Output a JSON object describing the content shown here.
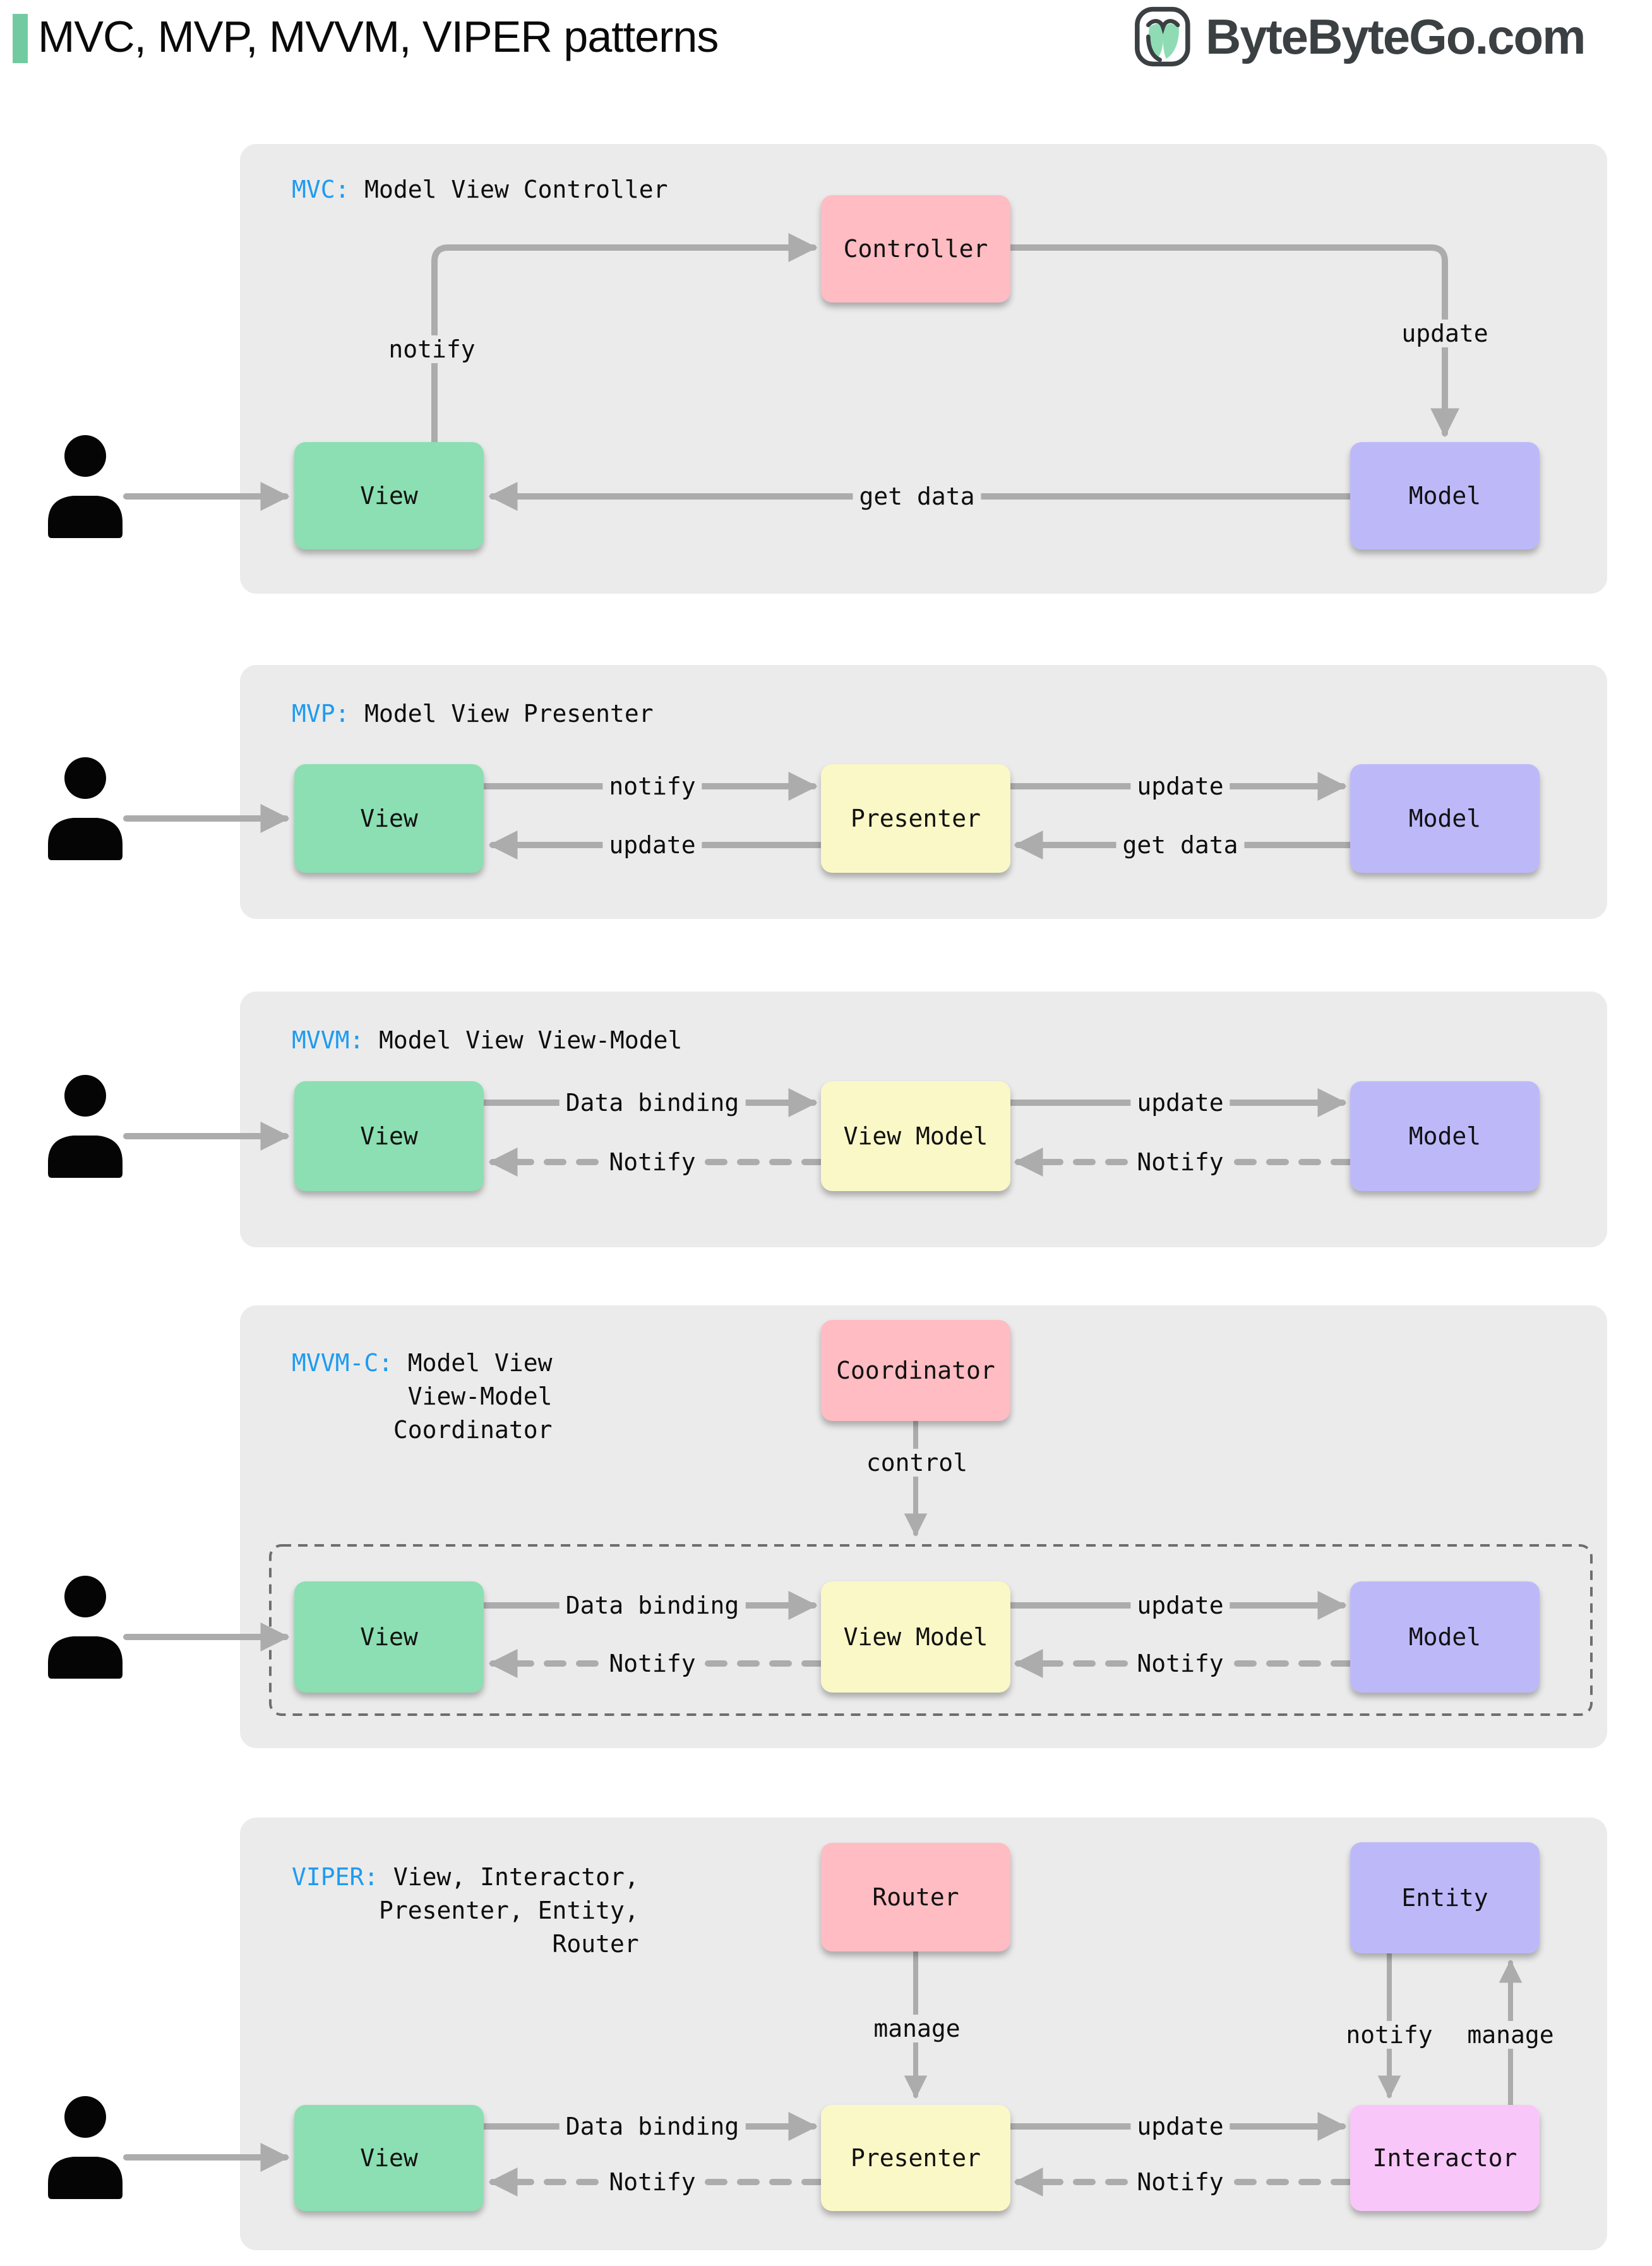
{
  "header": {
    "title": "MVC, MVP, MVVM, VIPER patterns",
    "logo_text": "ByteByteGo.com"
  },
  "colors": {
    "accent_green": "#72CBA0",
    "panel_bg": "#EBEBEB",
    "keyword_blue": "#1E9BF0",
    "arrow_gray": "#ACACAC",
    "dashed_scope_gray": "#6E6E6E",
    "box_green": "#8BDFB2",
    "box_pink": "#FFBCC2",
    "box_purple": "#BDB9F9",
    "box_yellow": "#FAF8C6",
    "box_magenta": "#F9C6F9",
    "logo_dark": "#3B4043"
  },
  "panels": {
    "mvc": {
      "keyword": "MVC:",
      "title": "Model View Controller",
      "boxes": {
        "controller": "Controller",
        "view": "View",
        "model": "Model"
      },
      "arrows": {
        "notify": "notify",
        "update": "update",
        "get_data": "get data"
      }
    },
    "mvp": {
      "keyword": "MVP:",
      "title": "Model View Presenter",
      "boxes": {
        "view": "View",
        "presenter": "Presenter",
        "model": "Model"
      },
      "arrows": {
        "notify": "notify",
        "update_view": "update",
        "update_model": "update",
        "get_data": "get data"
      }
    },
    "mvvm": {
      "keyword": "MVVM:",
      "title": "Model View View-Model",
      "boxes": {
        "view": "View",
        "view_model": "View Model",
        "model": "Model"
      },
      "arrows": {
        "data_binding": "Data binding",
        "notify_view": "Notify",
        "update": "update",
        "notify_view_model": "Notify"
      }
    },
    "mvvmc": {
      "keyword": "MVVM-C:",
      "title_lines": [
        "Model View",
        "View-Model",
        "Coordinator"
      ],
      "boxes": {
        "coordinator": "Coordinator",
        "view": "View",
        "view_model": "View Model",
        "model": "Model"
      },
      "arrows": {
        "control": "control",
        "data_binding": "Data binding",
        "notify_view": "Notify",
        "update": "update",
        "notify_view_model": "Notify"
      }
    },
    "viper": {
      "keyword": "VIPER:",
      "title_lines": [
        "View, Interactor,",
        "Presenter, Entity,",
        "Router"
      ],
      "boxes": {
        "router": "Router",
        "entity": "Entity",
        "view": "View",
        "presenter": "Presenter",
        "interactor": "Interactor"
      },
      "arrows": {
        "manage_router": "manage",
        "notify_entity": "notify",
        "manage_entity": "manage",
        "data_binding": "Data binding",
        "notify_view": "Notify",
        "update": "update",
        "notify_presenter": "Notify"
      }
    }
  }
}
